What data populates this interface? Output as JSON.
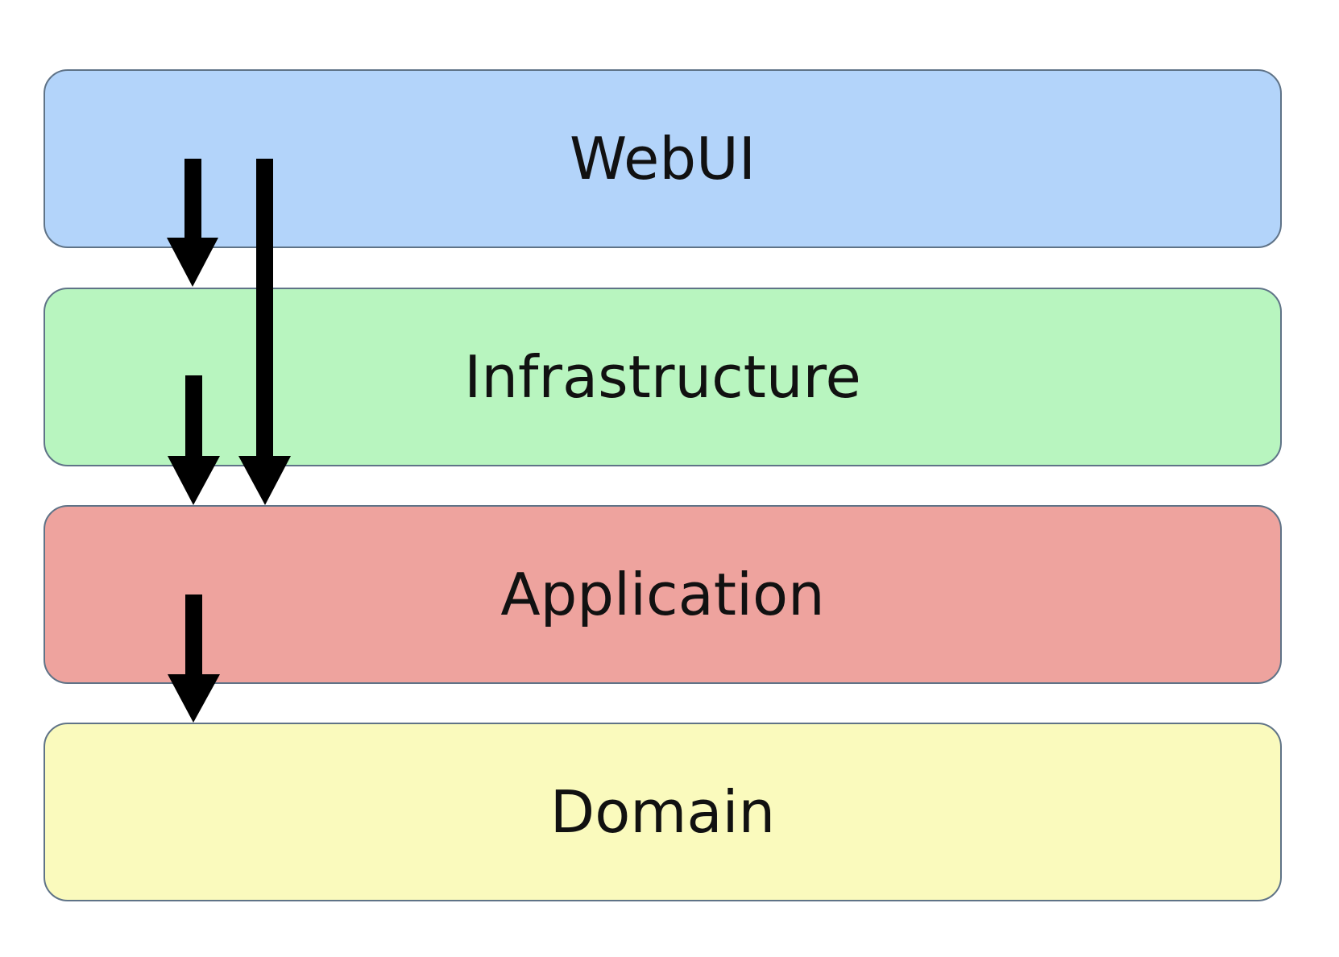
{
  "layers": [
    {
      "id": "webui",
      "label": "WebUI",
      "color": "#b3d4fa"
    },
    {
      "id": "infrastructure",
      "label": "Infrastructure",
      "color": "#b8f5bf"
    },
    {
      "id": "application",
      "label": "Application",
      "color": "#eea39e"
    },
    {
      "id": "domain",
      "label": "Domain",
      "color": "#fafabd"
    }
  ],
  "dependencies": [
    {
      "from": "WebUI",
      "to": "Infrastructure"
    },
    {
      "from": "WebUI",
      "to": "Application"
    },
    {
      "from": "Infrastructure",
      "to": "Application"
    },
    {
      "from": "Application",
      "to": "Domain"
    }
  ],
  "arrow_color": "#000000"
}
